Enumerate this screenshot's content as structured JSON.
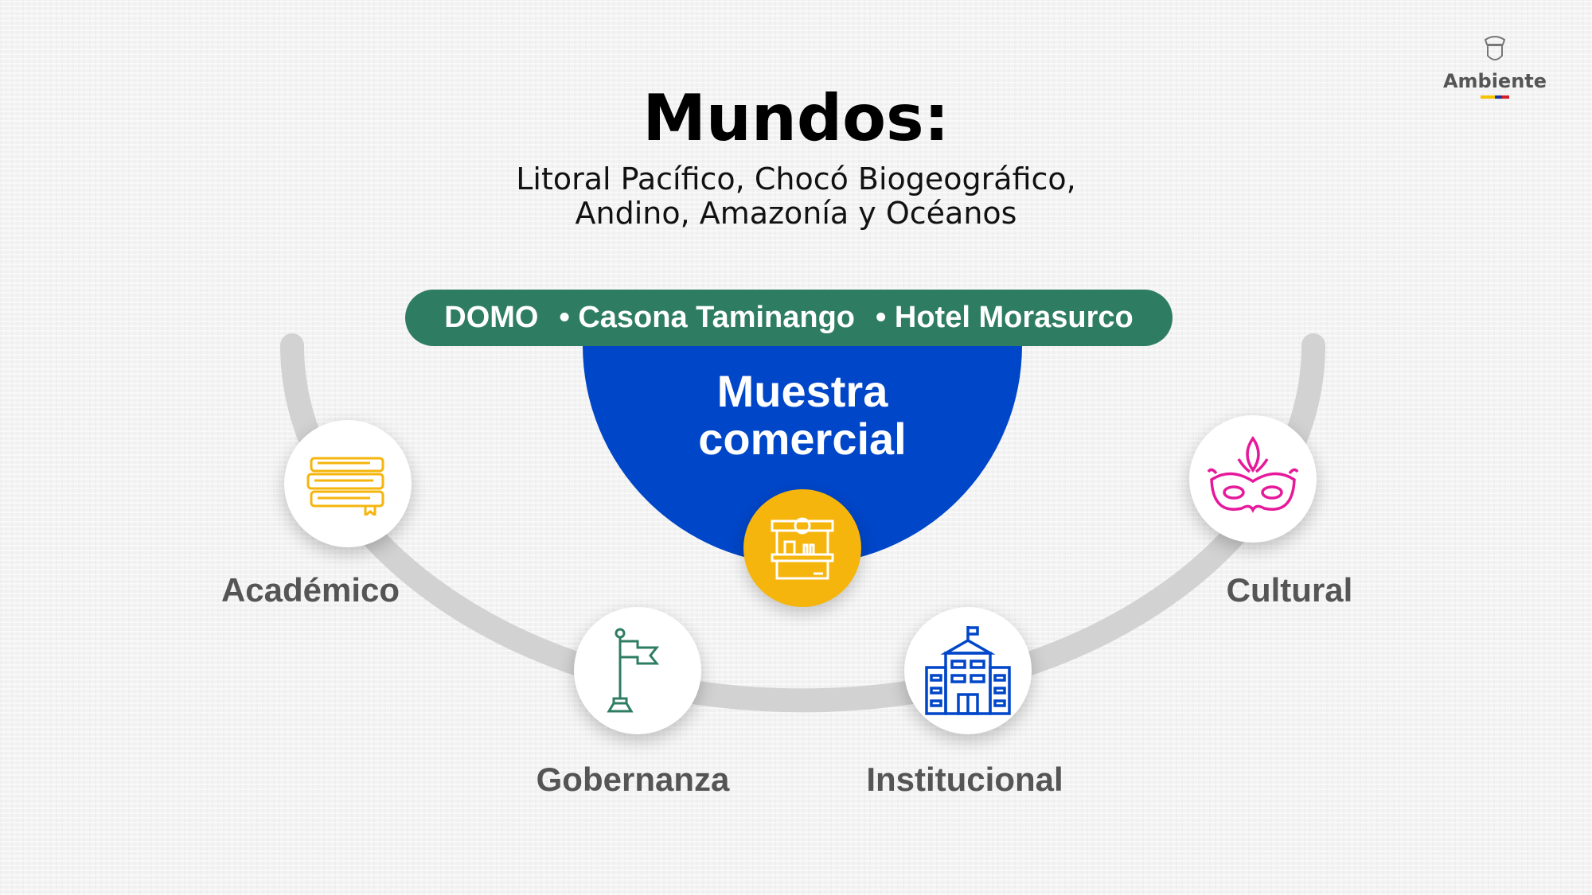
{
  "title": "Mundos:",
  "subtitle": [
    "Litoral Pacífico, Chocó Biogeográfico,",
    "Andino, Amazonía y Océanos"
  ],
  "logo": {
    "word": "Ambiente",
    "stripe_colors": [
      "#f5c400",
      "#1b3a9a",
      "#d62027"
    ]
  },
  "venues": [
    "DOMO",
    "• Casona Taminango",
    "• Hotel Morasurco"
  ],
  "center": {
    "label": [
      "Muestra",
      "comercial"
    ],
    "icon": "market-stall-icon"
  },
  "categories": [
    {
      "label": "Académico",
      "icon": "books-icon",
      "color": "#f5b50c"
    },
    {
      "label": "Gobernanza",
      "icon": "flag-icon",
      "color": "#2e7d63"
    },
    {
      "label": "Institucional",
      "icon": "building-icon",
      "color": "#0046c8"
    },
    {
      "label": "Cultural",
      "icon": "carnival-mask-icon",
      "color": "#e6199b"
    }
  ],
  "colors": {
    "pill": "#2e7d63",
    "center": "#0046c8",
    "accent": "#f5b50c"
  }
}
